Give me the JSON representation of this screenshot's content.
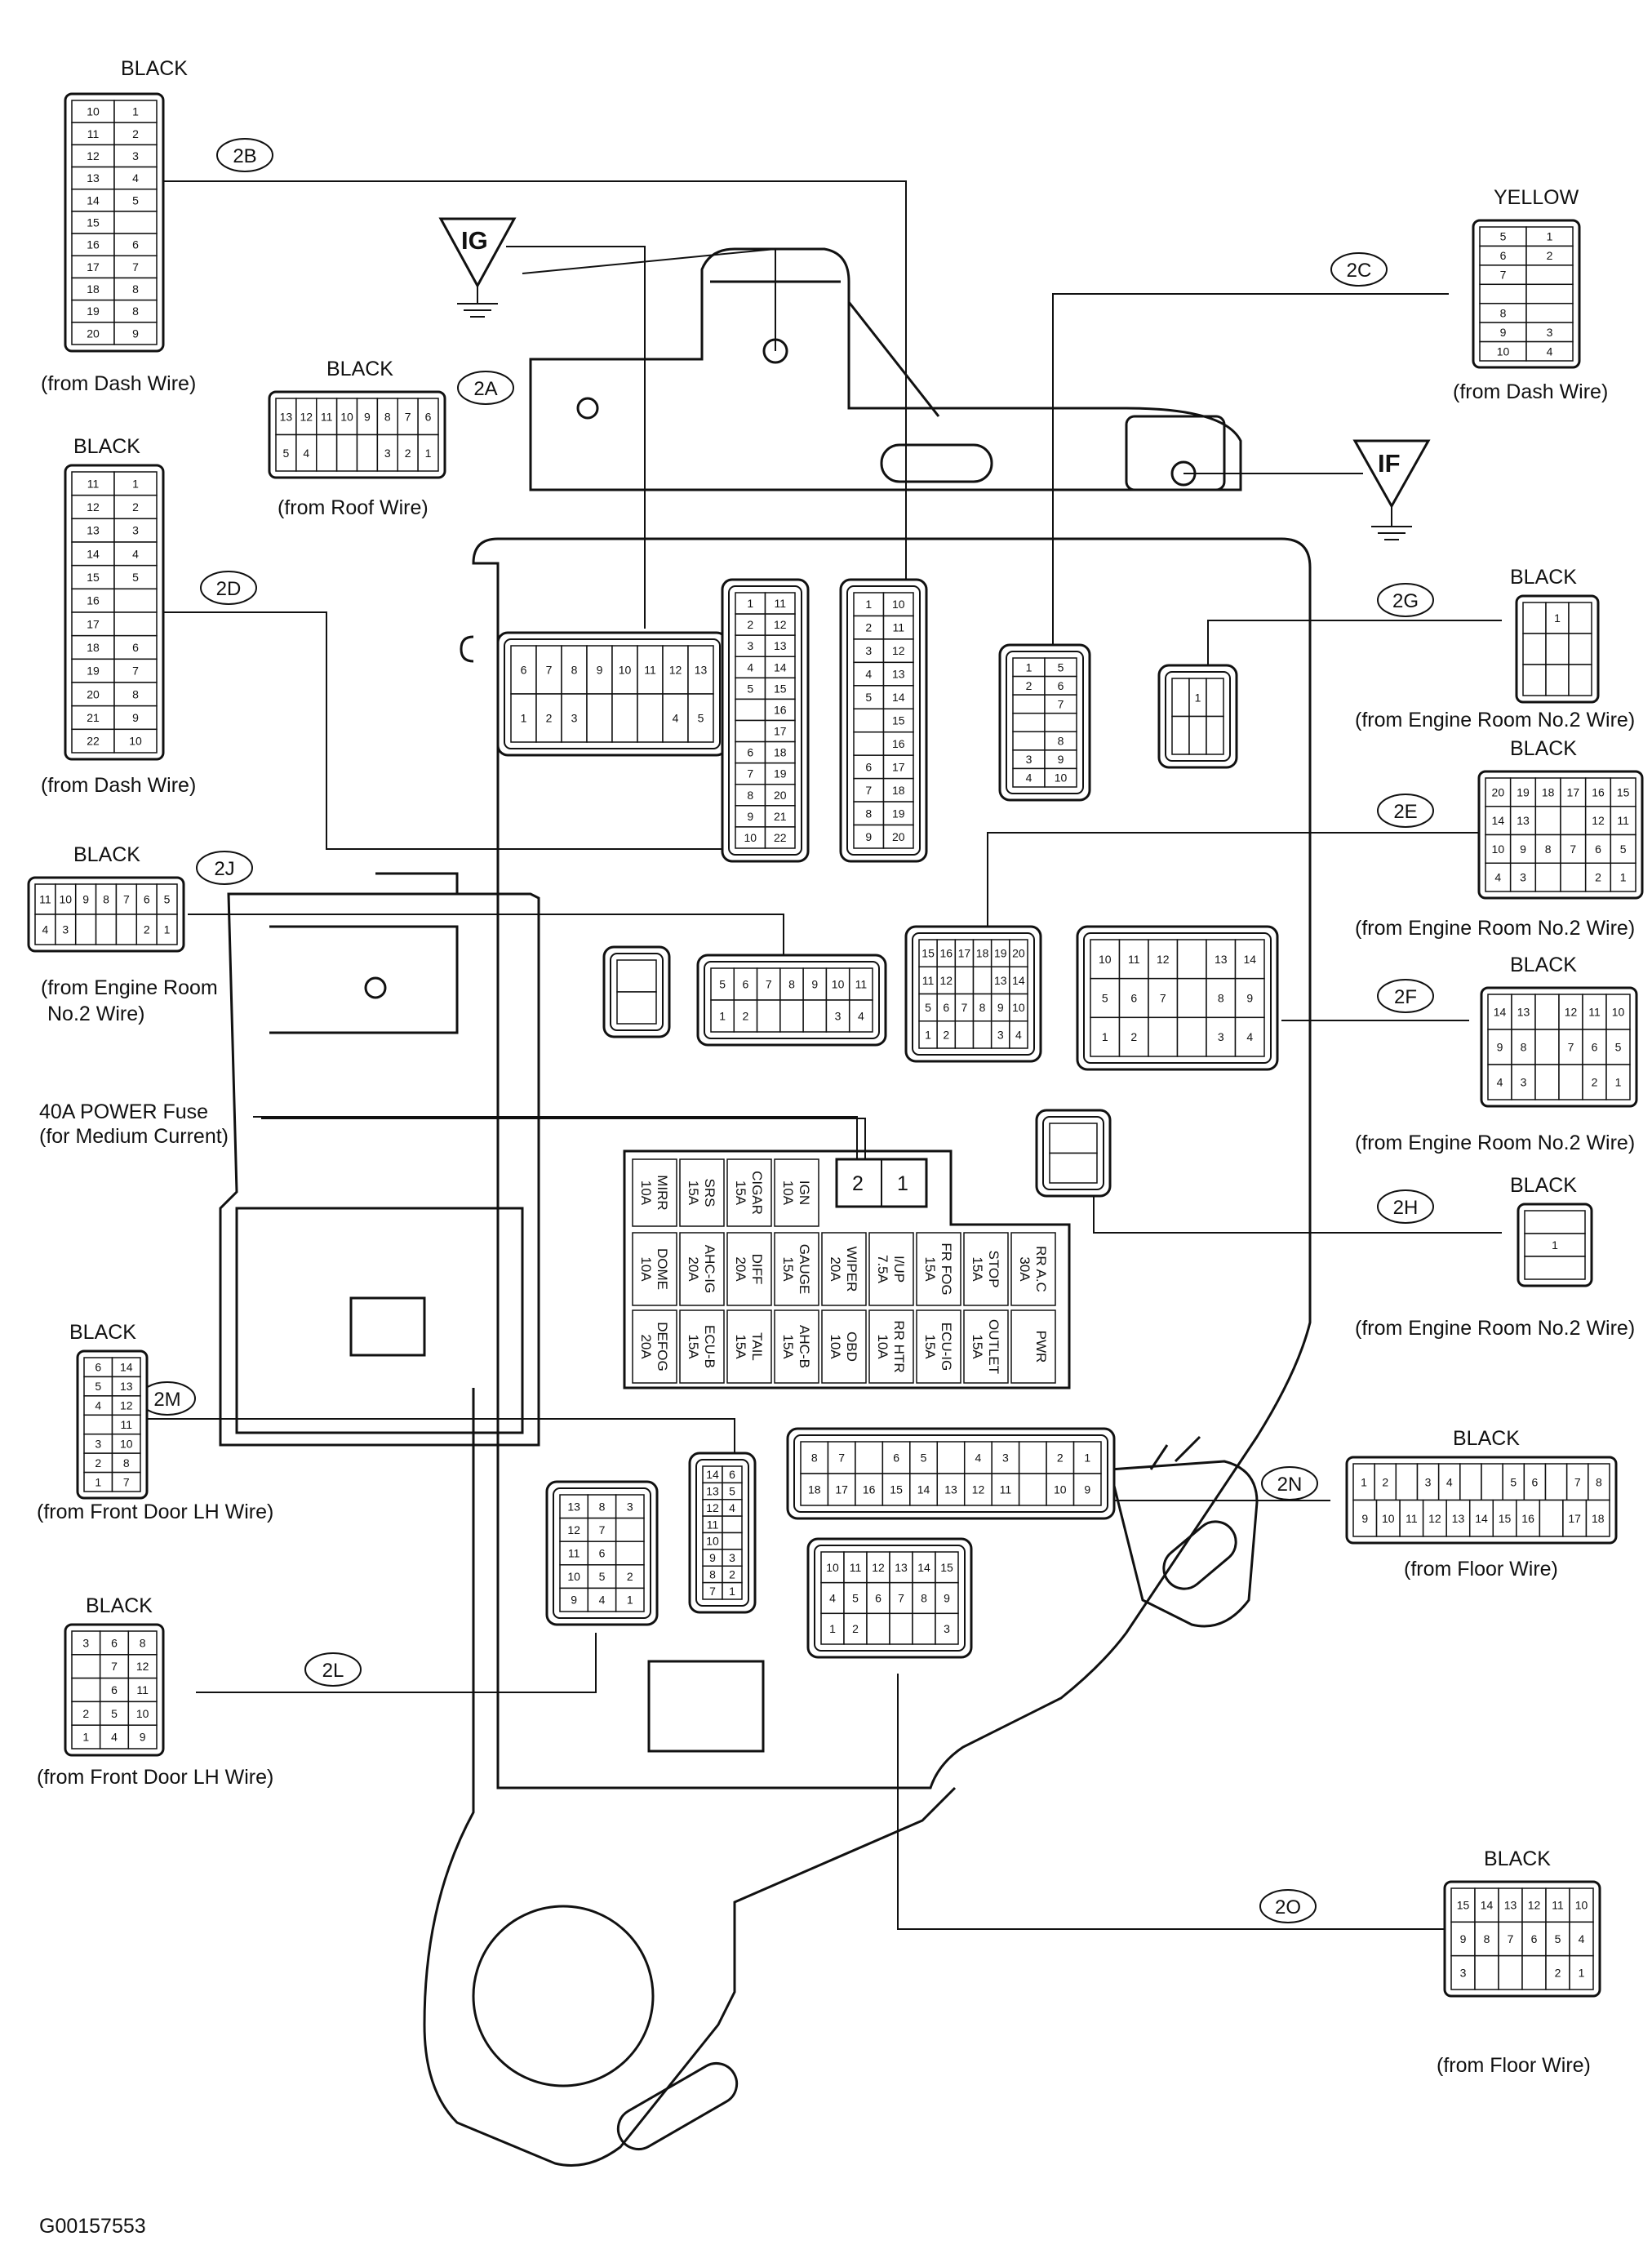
{
  "diagram_id": "G00157553",
  "grounds": {
    "ig": "IG",
    "if": "IF"
  },
  "fuse_note": {
    "line1": "40A POWER Fuse",
    "line2": "(for Medium Current)"
  },
  "power_fuse_pins": [
    "2",
    "1"
  ],
  "connectors": [
    {
      "code": "2B",
      "color": "BLACK",
      "source": "(from Dash Wire)"
    },
    {
      "code": "2A",
      "color": "BLACK",
      "source": "(from Roof Wire)"
    },
    {
      "code": "2C",
      "color": "YELLOW",
      "source": "(from Dash Wire)"
    },
    {
      "code": "2D",
      "color": "BLACK",
      "source": "(from Dash Wire)"
    },
    {
      "code": "2G",
      "color": "BLACK",
      "source": "(from Engine Room No.2 Wire)"
    },
    {
      "code": "2E",
      "color": "BLACK",
      "source": "(from Engine Room No.2 Wire)"
    },
    {
      "code": "2J",
      "color": "BLACK",
      "source": "(from Engine Room",
      "source2": "No.2 Wire)"
    },
    {
      "code": "2F",
      "color": "BLACK",
      "source": "(from Engine Room No.2 Wire)"
    },
    {
      "code": "2H",
      "color": "BLACK",
      "source": "(from Engine Room No.2 Wire)"
    },
    {
      "code": "2M",
      "color": "BLACK",
      "source": "(from Front Door LH Wire)"
    },
    {
      "code": "2N",
      "color": "BLACK",
      "source": "(from Floor Wire)"
    },
    {
      "code": "2L",
      "color": "BLACK",
      "source": "(from Front Door LH Wire)"
    },
    {
      "code": "2O",
      "color": "BLACK",
      "source": "(from Floor Wire)"
    }
  ],
  "fuses": {
    "row1": [
      {
        "name": "MIRR",
        "amp": "10A"
      },
      {
        "name": "SRS",
        "amp": "15A"
      },
      {
        "name": "CIGAR",
        "amp": "15A"
      },
      {
        "name": "IGN",
        "amp": "10A"
      }
    ],
    "row2": [
      {
        "name": "DOME",
        "amp": "10A"
      },
      {
        "name": "AHC-IG",
        "amp": "20A"
      },
      {
        "name": "DIFF",
        "amp": "20A"
      },
      {
        "name": "GAUGE",
        "amp": "15A"
      },
      {
        "name": "WIPER",
        "amp": "20A"
      },
      {
        "name": "I/UP",
        "amp": "7.5A"
      },
      {
        "name": "FR FOG",
        "amp": "15A"
      },
      {
        "name": "STOP",
        "amp": "15A"
      },
      {
        "name": "RR A.C",
        "amp": "30A"
      }
    ],
    "row3": [
      {
        "name": "DEFOG",
        "amp": "20A"
      },
      {
        "name": "ECU-B",
        "amp": "15A"
      },
      {
        "name": "TAIL",
        "amp": "15A"
      },
      {
        "name": "AHC-B",
        "amp": "15A"
      },
      {
        "name": "OBD",
        "amp": "10A"
      },
      {
        "name": "RR HTR",
        "amp": "10A"
      },
      {
        "name": "ECU-IG",
        "amp": "15A"
      },
      {
        "name": "OUTLET",
        "amp": "15A"
      },
      {
        "name": "PWR",
        "amp": ""
      }
    ]
  }
}
